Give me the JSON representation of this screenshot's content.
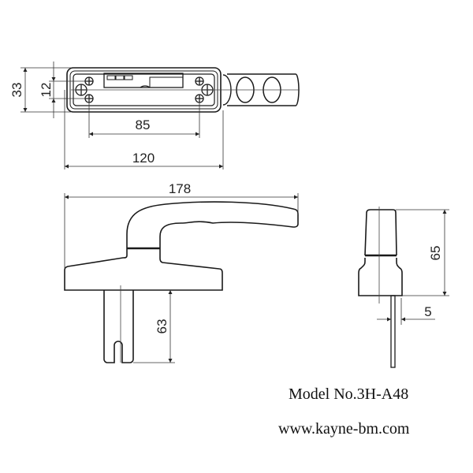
{
  "drawing": {
    "type": "technical-drawing",
    "subject": "window handle",
    "top_view": {
      "dimensions": {
        "height_outer": "33",
        "hole_spacing_vertical": "12",
        "hole_spacing_horizontal": "85",
        "base_length": "120"
      }
    },
    "front_view": {
      "dimensions": {
        "total_length": "178",
        "spindle_length": "63"
      }
    },
    "side_view": {
      "dimensions": {
        "height": "65",
        "spindle_width": "5"
      }
    },
    "line_color": "#1a1a1a",
    "thin_line_color": "#333333"
  },
  "caption": {
    "model": "Model No.3H-A48",
    "website": "www.kayne-bm.com"
  }
}
